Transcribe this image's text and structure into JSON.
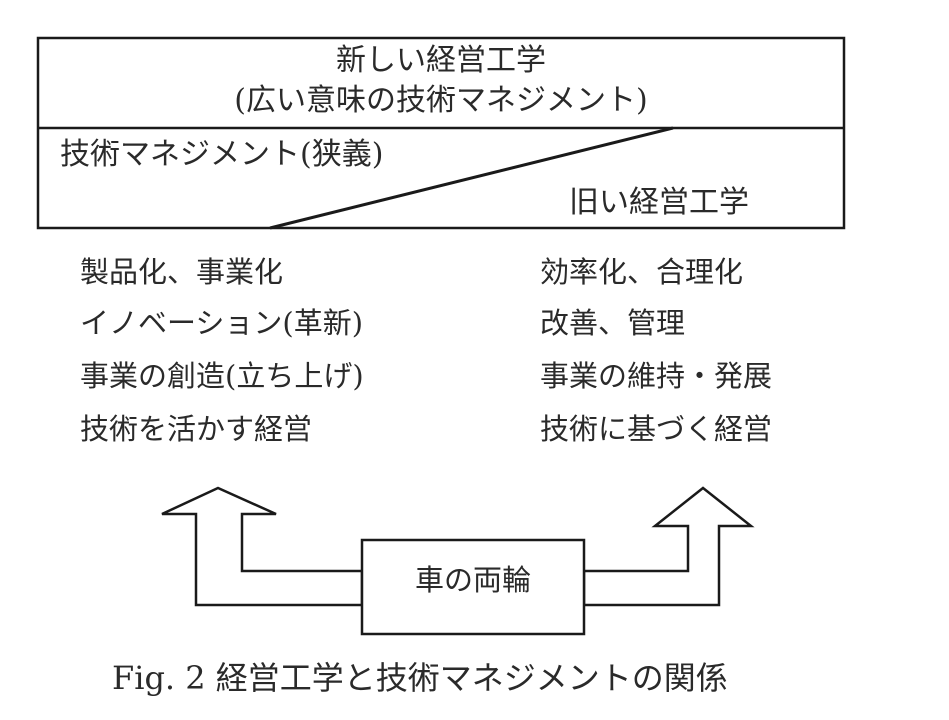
{
  "diagram": {
    "top_title_line1": "新しい経営工学",
    "top_title_line2": "(広い意味の技術マネジメント)",
    "mot_narrow_label": "技術マネジメント(狭義)",
    "old_engineering_label": "旧い経営工学",
    "left_items": [
      "製品化、事業化",
      "イノベーション(革新)",
      "事業の創造(立ち上げ)",
      "技術を活かす経営"
    ],
    "right_items": [
      "効率化、合理化",
      "改善、管理",
      "事業の維持・発展",
      "技術に基づく経営"
    ],
    "center_box_label": "車の両輪",
    "caption": "Fig. 2  経営工学と技術マネジメントの関係"
  }
}
